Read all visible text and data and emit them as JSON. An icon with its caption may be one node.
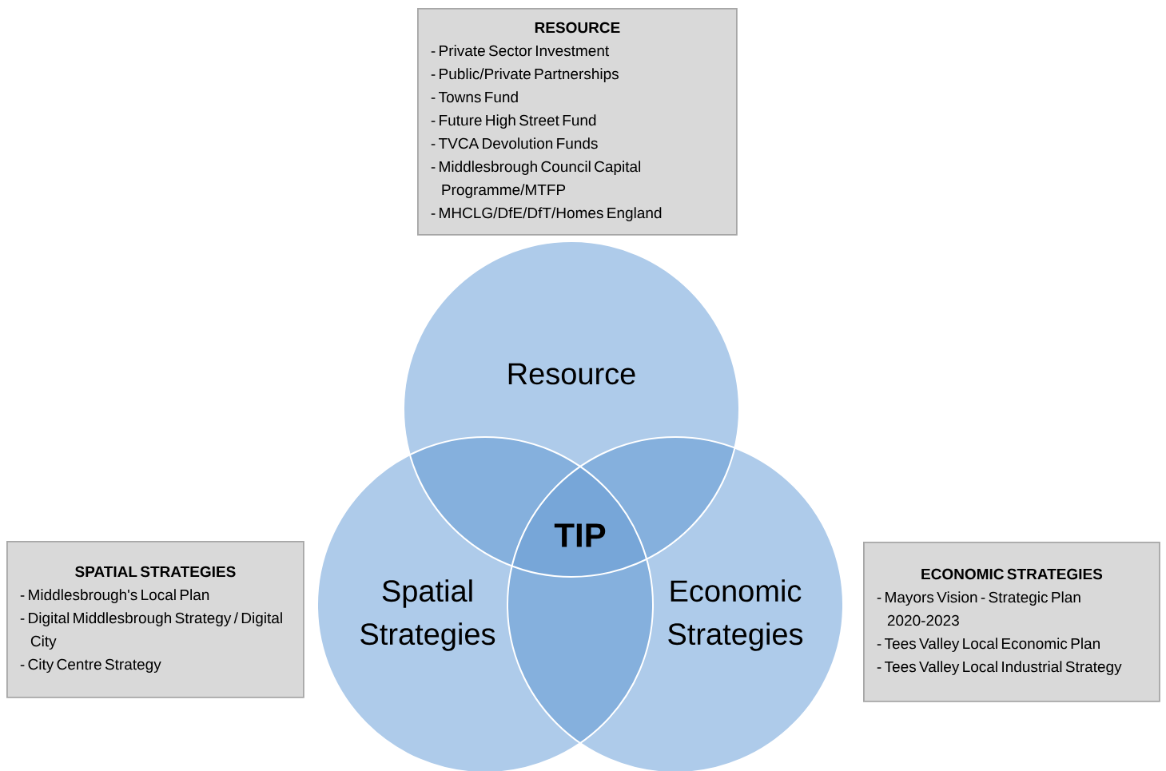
{
  "diagram": {
    "nodes": [
      {
        "text": [
          "RESOURCE",
          "- Private Sector Investment",
          "- Public/Private Partnerships",
          "- Towns Fund",
          "- Future High Street Fund",
          "- TVCA Devolution Funds",
          "- Middlesbrough Council Capital Programme/MTFP",
          "- MHCLG/DfE/DfT/Homes England"
        ]
      },
      {
        "text": [
          "Resource"
        ]
      },
      {
        "text": [
          "TIP"
        ]
      },
      {
        "text": [
          "SPATIAL STRATEGIES",
          "- Middlesbrough's Local Plan",
          "- Digital Middlesbrough Strategy / Digital City",
          "- City Centre Strategy"
        ]
      },
      {
        "text": [
          "Spatial Strategies"
        ]
      },
      {
        "text": [
          "Economic Strategies"
        ]
      },
      {
        "text": [
          "ECONOMIC STRATEGIES",
          "- Mayors Vision - Strategic Plan 2020-2023",
          "- Tees Valley Local Economic Plan",
          "- Tees Valley Local Industrial Strategy"
        ]
      }
    ],
    "edges": []
  }
}
